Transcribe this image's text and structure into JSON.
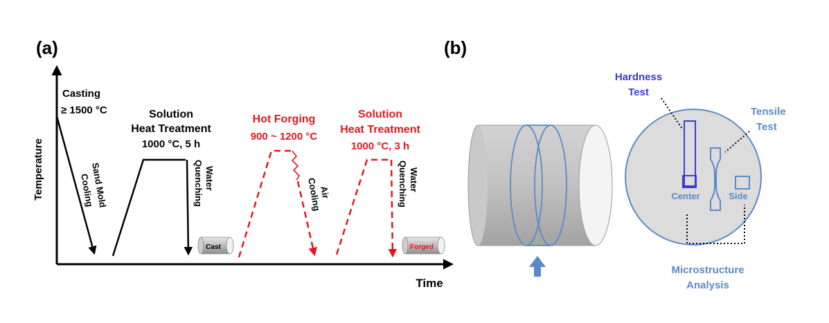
{
  "panel_a": {
    "label": "(a)",
    "y_axis_label": "Temperature",
    "x_axis_label": "Time",
    "casting": {
      "line1": "Casting",
      "line2": "≥ 1500 °C"
    },
    "sand_mold_cooling": {
      "line1": "Sand Mold",
      "line2": "Cooling"
    },
    "solution_ht_1": {
      "line1": "Solution",
      "line2": "Heat Treatment",
      "line3": "1000 °C, 5 h"
    },
    "water_quenching_1": {
      "line1": "Water",
      "line2": "Quenching"
    },
    "cast_sample": "Cast",
    "hot_forging": {
      "line1": "Hot Forging",
      "line2": "900 ~ 1200 °C"
    },
    "air_cooling": {
      "line1": "Air",
      "line2": "Cooling"
    },
    "solution_ht_2": {
      "line1": "Solution",
      "line2": "Heat Treatment",
      "line3": "1000 °C, 3 h"
    },
    "water_quenching_2": {
      "line1": "Water",
      "line2": "Quenching"
    },
    "forged_sample": "Forged"
  },
  "panel_b": {
    "label": "(b)",
    "hardness_test": {
      "line1": "Hardness",
      "line2": "Test"
    },
    "tensile_test": {
      "line1": "Tensile",
      "line2": "Test"
    },
    "center": "Center",
    "side": "Side",
    "microstructure": {
      "line1": "Microstructure",
      "line2": "Analysis"
    }
  },
  "colors": {
    "black": "#000000",
    "red": "#e8141c",
    "blue_text": "#3b3bd6",
    "steel_blue": "#5a8ac6",
    "disk_fill": "#dcdcdc"
  }
}
